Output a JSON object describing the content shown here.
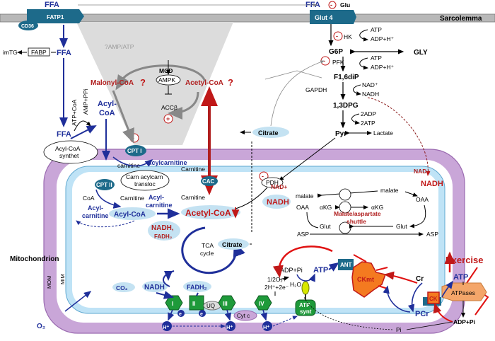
{
  "sarcolemma": {
    "label": "Sarcolemma",
    "ffa_in": "FFA",
    "fatp": "FATP1",
    "cd36": "CD36",
    "glut4": "Glut 4",
    "glu": "Glu",
    "minus": "-",
    "plus": "+"
  },
  "fatty_acid": {
    "imtg": "imTG",
    "fabp": "FABP",
    "ffa_cyto": "FFA",
    "ffa_low": "FFA",
    "atp_coa": "ATP+CoA",
    "amp_ppi": "AMP+PPi",
    "acyl_coa": "Acyl-\nCoA",
    "acyl_coa_l1": "Acyl-",
    "acyl_coa_l2": "CoA",
    "synthet_l1": "Acyl-CoA",
    "synthet_l2": "synthet",
    "cpt1": "CPT I",
    "acylcarnitine": "Acylcarnitine",
    "carnitine": "carnitine"
  },
  "regulation": {
    "amp_atp": "?AMP/ATP",
    "mcd": "MCD",
    "ampk": "AMPK",
    "malonyl": "Malonyl-CoA",
    "acetyl": "Acetyl-CoA",
    "q": "?",
    "accb": "ACCβ"
  },
  "glycolysis": {
    "hk": "HK",
    "atp1": "ATP",
    "adp1": "ADP+H⁺",
    "g6p": "G6P",
    "gly": "GLY",
    "pfk": "PFK",
    "atp2": "ATP",
    "adp2": "ADP+H⁺",
    "f16": "F1,6diP",
    "gapdh": "GAPDH",
    "nad": "NAD⁺",
    "nadh": "NADH",
    "dpg": "1,3DPG",
    "adp3": "2ADP",
    "atp3": "2ATP",
    "pyr": "Pyr",
    "lactate": "Lactate"
  },
  "mito": {
    "citrate_cyto": "Citrate",
    "carnitine_a": "Carnitine",
    "carnitine_b": "Carnitine",
    "cac": "CAC",
    "pdh": "PDH",
    "cpt2": "CPT II",
    "transloc_l1": "Carn acylcarn",
    "transloc_l2": "transloc",
    "coa": "CoA",
    "carnitine_c": "Carnitine",
    "acylcarn_l1": "Acyl-",
    "acylcarn_l2": "carnitine",
    "acylcarn2_l1": "Acyl-",
    "acylcarn2_l2": "carnitine",
    "acyl_coa_m": "Acyl-CoA",
    "acetyl_m": "Acetyl-CoA",
    "nadh_m": "NADH,",
    "fadh_m": "FADH₂",
    "nad_plus": "NAD+",
    "nadh_mid": "NADH",
    "nadh_right": "NADH",
    "nad_right": "NAD+",
    "malate_in": "malate",
    "malate_out": "malate",
    "oaa_in": "OAA",
    "oaa_out": "OAA",
    "akg_in": "αKG",
    "akg_out": "αKG",
    "shuttle_l1": "Malate/aspartate",
    "shuttle_l2": "shuttle",
    "glut_in": "Glut",
    "glut_out": "Glut",
    "asp_in": "ASP",
    "asp_out": "ASP",
    "tca_l1": "TCA",
    "tca_l2": "cycle",
    "citrate_m": "Citrate",
    "mitochondrion": "Mitochondrion",
    "mom": "MOM",
    "mim": "MIM"
  },
  "etc": {
    "co2": "CO₂",
    "nadh": "NADH",
    "fadh": "FADH₂",
    "o2_eq": "1/2O₂+",
    "h_eq": "2H⁺+2e⁻",
    "h2o": "H₂O",
    "adp_pi": "ADP+Pi",
    "atp": "ATP",
    "i": "I",
    "ii": "II",
    "iii": "III",
    "iv": "IV",
    "e": "e",
    "uq": "UQ",
    "cytc": "Cyt c",
    "hplus": "H⁺",
    "atp_synt_l1": "ATP",
    "atp_synt_l2": "synt",
    "ant": "ANT",
    "ckmt": "CKmt",
    "o2": "O₂"
  },
  "energy": {
    "exercise": "Exercise",
    "cr": "Cr",
    "pcr": "PCr",
    "atp": "ATP",
    "atpases": "ATPases",
    "ck": "CK",
    "adp_pi": "ADP+Pi",
    "pi": "Pi"
  },
  "colors": {
    "mom": "#c9a6d8",
    "mim": "#bfe3f6",
    "navy": "#1f2f9a",
    "red": "#c01818",
    "teal": "#1d6a8a",
    "green": "#1e9a3a",
    "orange": "#f47a20",
    "bubble": "#c4e2f2"
  }
}
